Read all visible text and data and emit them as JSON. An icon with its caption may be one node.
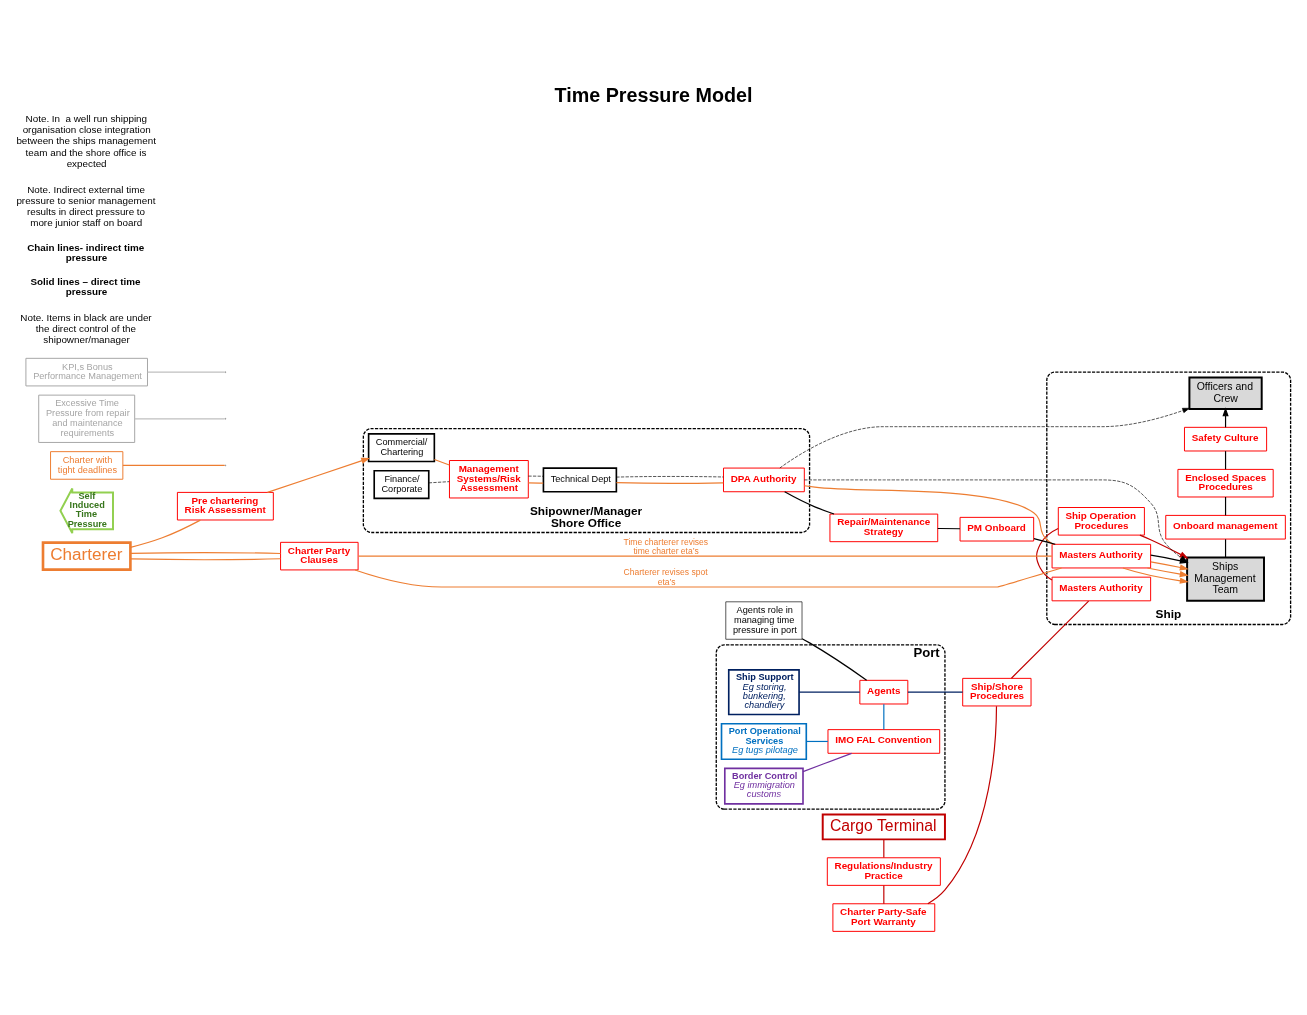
{
  "diagram": {
    "title": "Time Pressure Model",
    "nodes": [
      {
        "text": [
          "Port"
        ]
      },
      {
        "text": [
          "Port Operational Services",
          "Eg tugs pilotage"
        ],
        "in": 0
      },
      {
        "text": [
          "Border Control",
          "Eg immigration customs"
        ],
        "in": 0
      },
      {
        "text": [
          "Ship Support",
          "Eg storing, bunkering, chandlery"
        ],
        "in": 0
      },
      {
        "text": [
          "IMO FAL Convention"
        ],
        "in": 0
      },
      {
        "text": [
          "Agents"
        ],
        "in": 0
      },
      {
        "text": [
          "Agents role in managing time pressure in port"
        ]
      },
      {
        "text": [
          "Cargo Terminal"
        ]
      },
      {
        "text": [
          "Regulations/Industry Practice"
        ]
      },
      {
        "text": [
          "Charter Party-Safe Port Warranty"
        ]
      },
      {
        "text": [
          "Ship/Shore Procedures"
        ]
      },
      {
        "text": [
          "Ship"
        ]
      },
      {
        "text": [
          "Masters Authority"
        ],
        "in": 11
      },
      {
        "text": [
          "Ship Operation Procedures"
        ],
        "in": 11
      },
      {
        "text": [
          "Ships Management Team"
        ],
        "in": 11
      },
      {
        "text": [
          "Onboard management"
        ],
        "in": 11
      },
      {
        "text": [
          "Enclosed Spaces Procedures"
        ],
        "in": 11
      },
      {
        "text": [
          "Safety Culture"
        ],
        "in": 11
      },
      {
        "text": [
          "Officers and Crew"
        ],
        "in": 11
      },
      {
        "text": [
          "Self Induced Time Pressure"
        ]
      },
      {
        "text": [
          "Charterer"
        ]
      },
      {
        "text": [
          "Charter Party Clauses"
        ]
      },
      {
        "text": [
          "Pre chartering Risk Assessment"
        ]
      },
      {
        "text": [
          "Charter with tight deadlines"
        ]
      },
      {
        "text": [
          "Shipowner/Manager Shore Office"
        ]
      },
      {
        "text": [
          "Commercial/ Chartering"
        ],
        "in": 24
      },
      {
        "text": [
          "Finance/ Corporate"
        ],
        "in": 24
      },
      {
        "text": [
          "Management Systems/Risk Assessment"
        ],
        "in": 24
      },
      {
        "text": [
          "Technical Dept"
        ],
        "in": 24
      },
      {
        "text": [
          "DPA Authority"
        ],
        "in": 24
      },
      {
        "text": [
          "Repair/Maintenance Strategy"
        ]
      },
      {
        "text": [
          "PM Onboard"
        ]
      },
      {
        "text": [
          "Masters Authority"
        ],
        "in": 11
      },
      {
        "text": [
          "Excessive Time Pressure from repair and maintenance requirements"
        ]
      },
      {
        "text": [
          "KPI,s Bonus Performance Management"
        ]
      }
    ],
    "edges": [
      {
        "from": 7,
        "to": 8,
        "arrow": "none",
        "color": "#c00000"
      },
      {
        "from": 8,
        "to": 9,
        "arrow": "none",
        "color": "#c00000"
      },
      {
        "from": 9,
        "to": 10,
        "arrow": "none",
        "color": "#c00000"
      },
      {
        "from": 1,
        "to": 4,
        "arrow": "none",
        "color": "#0070c0"
      },
      {
        "from": 4,
        "to": 5,
        "arrow": "none",
        "color": "#0070c0"
      },
      {
        "from": 2,
        "to": 4,
        "arrow": "none",
        "color": "#7030a0"
      },
      {
        "from": 3,
        "to": 5,
        "arrow": "none",
        "color": "#002060"
      },
      {
        "from": 5,
        "to": 10,
        "arrow": "none",
        "color": "#002060"
      },
      {
        "from": 6,
        "to": 5,
        "arrow": "none"
      },
      {
        "from": 10,
        "to": 12,
        "arrow": "none",
        "color": "#c00000"
      },
      {
        "from": 12,
        "to": 13,
        "arrow": "none",
        "color": "#c00000"
      },
      {
        "from": 13,
        "to": 14,
        "arrow": "to",
        "color": "#c00000"
      },
      {
        "from": 20,
        "to": 21,
        "arrow": "none",
        "color": "#ed7d31"
      },
      {
        "from": 21,
        "to": 32,
        "arrow": "none",
        "label": "Time charterer revises time charter eta’s",
        "color": "#ed7d31"
      },
      {
        "from": 32,
        "to": 14,
        "arrow": "to",
        "color": "#ed7d31"
      },
      {
        "from": 20,
        "to": 21,
        "arrow": "none",
        "color": "#ed7d31"
      },
      {
        "from": 21,
        "to": 32,
        "arrow": "none",
        "label": "Charterer revises spot eta’s",
        "color": "#ed7d31"
      },
      {
        "from": 32,
        "to": 14,
        "arrow": "to",
        "color": "#ed7d31"
      },
      {
        "from": 20,
        "to": 22,
        "arrow": "none",
        "color": "#ed7d31"
      },
      {
        "from": 22,
        "to": 25,
        "arrow": "to",
        "color": "#ed7d31"
      },
      {
        "from": 25,
        "to": 27,
        "arrow": "none",
        "color": "#ed7d31"
      },
      {
        "from": 27,
        "to": 28,
        "arrow": "none",
        "color": "#ed7d31"
      },
      {
        "from": 28,
        "to": 29,
        "arrow": "none",
        "color": "#ed7d31"
      },
      {
        "from": 29,
        "to": 32,
        "arrow": "none",
        "color": "#ed7d31"
      },
      {
        "from": 32,
        "to": 14,
        "arrow": "to",
        "color": "#ed7d31"
      },
      {
        "from": 23,
        "to": null,
        "arrow": "none",
        "color": "#ed7d31"
      },
      {
        "from": 29,
        "to": 30,
        "arrow": "none"
      },
      {
        "from": 30,
        "to": 31,
        "arrow": "none"
      },
      {
        "from": 31,
        "to": 32,
        "arrow": "none"
      },
      {
        "from": 32,
        "to": 14,
        "arrow": "to"
      },
      {
        "from": 33,
        "to": null,
        "arrow": "none",
        "color": "#bfbfbf"
      },
      {
        "from": 26,
        "to": 27,
        "arrow": "none",
        "style": "dashed"
      },
      {
        "from": 27,
        "to": 28,
        "arrow": "none",
        "style": "dashed"
      },
      {
        "from": 28,
        "to": 29,
        "arrow": "none",
        "style": "dashed"
      },
      {
        "from": 29,
        "to": 18,
        "arrow": "to",
        "style": "dashed"
      },
      {
        "from": 29,
        "to": 14,
        "arrow": "to",
        "style": "dashed"
      },
      {
        "from": 34,
        "to": null,
        "arrow": "none",
        "color": "#bfbfbf"
      },
      {
        "from": 14,
        "to": 15,
        "arrow": "none"
      },
      {
        "from": 15,
        "to": 16,
        "arrow": "none"
      },
      {
        "from": 16,
        "to": 17,
        "arrow": "none"
      },
      {
        "from": 17,
        "to": 18,
        "arrow": "to"
      }
    ],
    "labels": [
      "Note. Items in black are under the direct control of the shipowner/manager",
      "Solid lines – direct time pressure",
      "Chain lines- indirect time pressure",
      "Note. Indirect external time pressure to senior management results in direct pressure to more junior staff on board",
      "Note. In  a well run shipping organisation close integration between the ships management team and the shore office is expected"
    ]
  }
}
